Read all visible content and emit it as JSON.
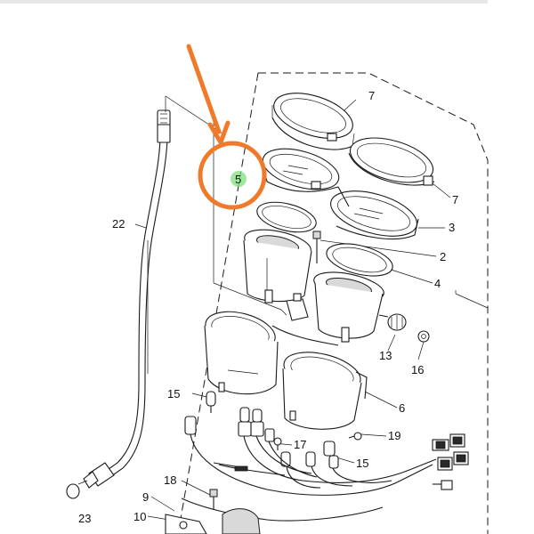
{
  "labels": {
    "l2": "2",
    "l3": "3",
    "l4": "4",
    "l5": "5",
    "l6": "6",
    "l7a": "7",
    "l7b": "7",
    "l9": "9",
    "l10": "10",
    "l13": "13",
    "l15a": "15",
    "l15b": "15",
    "l16": "16",
    "l17": "17",
    "l18": "18",
    "l19": "19",
    "l22": "22",
    "l23": "23"
  },
  "colors": {
    "annotation": "#f07a2a",
    "highlight": "#7ee07e"
  }
}
